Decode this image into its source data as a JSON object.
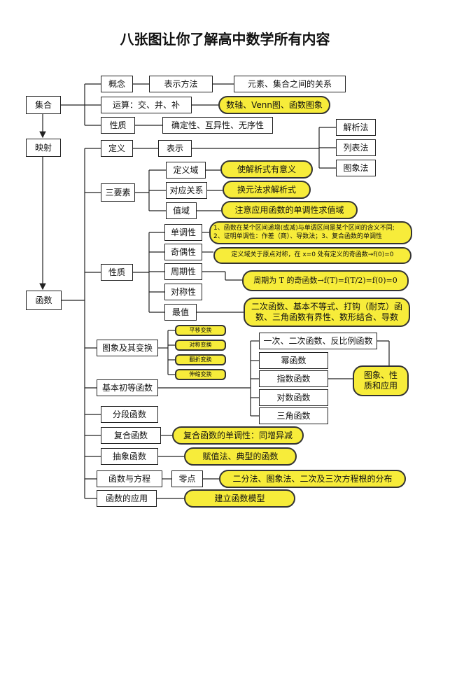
{
  "title": "八张图让你了解高中数学所有内容",
  "nodes": {
    "jihe": "集合",
    "yingshe": "映射",
    "hanshu": "函数",
    "gainian": "概念",
    "biaoshifangfa": "表示方法",
    "yuansu_guanxi": "元素、集合之间的关系",
    "yunsuan": "运算：交、并、补",
    "yunsuan_note": "数轴、Venn图、函数图象",
    "xingzhi_set": "性质",
    "xingzhi_set_val": "确定性、互异性、无序性",
    "dingyi": "定义",
    "biaoshi": "表示",
    "jiexifa": "解析法",
    "liebiaofa": "列表法",
    "tuxiangfa": "图象法",
    "sanyaosu": "三要素",
    "dingyiyu": "定义域",
    "dingyiyu_note": "使解析式有意义",
    "duiyingguanxi": "对应关系",
    "duiying_note": "换元法求解析式",
    "zhiyu": "值域",
    "zhiyu_note": "注意应用函数的单调性求值域",
    "xingzhi_fn": "性质",
    "dandiao": "单调性",
    "dandiao_note_1": "1、函数在某个区间递增(或减)与单调区间是某个区间的含义不同;",
    "dandiao_note_2": "2、证明单调性：作差（商）、导数法；3、复合函数的单调性",
    "jiou": "奇偶性",
    "jiou_note": "定义域关于原点对称，在 x=0 处有定义的奇函数→f(0)=0",
    "zhouqi": "周期性",
    "zhouqi_note": "周期为 T 的奇函数→f(T)=f(T/2)=f(0)=0",
    "duichen": "对称性",
    "zuizhi": "最值",
    "zuizhi_note_1": "二次函数、基本不等式、打钩（耐克）函",
    "zuizhi_note_2": "数、三角函数有界性、数形结合、导数",
    "tuxiang_bianhuan": "图象及其变换",
    "pingyi": "平移变换",
    "duichen_bianhuan": "对称变换",
    "fanzhe": "翻折变换",
    "shensuo": "伸缩变换",
    "jiben_chudeng": "基本初等函数",
    "yici_erci": "一次、二次函数、反比例函数",
    "mi": "幂函数",
    "zhishu": "指数函数",
    "duishu": "对数函数",
    "sanjiao": "三角函数",
    "tuxiang_xingzhi": "图象、性质和应用",
    "fenduan": "分段函数",
    "fuhe": "复合函数",
    "fuhe_note": "复合函数的单调性：同增异减",
    "chouxiang": "抽象函数",
    "chouxiang_note": "赋值法、典型的函数",
    "fangcheng": "函数与方程",
    "lingdian": "零点",
    "lingdian_note": "二分法、图象法、二次及三次方程根的分布",
    "yingyong": "函数的应用",
    "yingyong_note": "建立函数模型"
  },
  "colors": {
    "note_fill": "#f7ec3a",
    "box_border": "#222222",
    "line": "#222222"
  }
}
